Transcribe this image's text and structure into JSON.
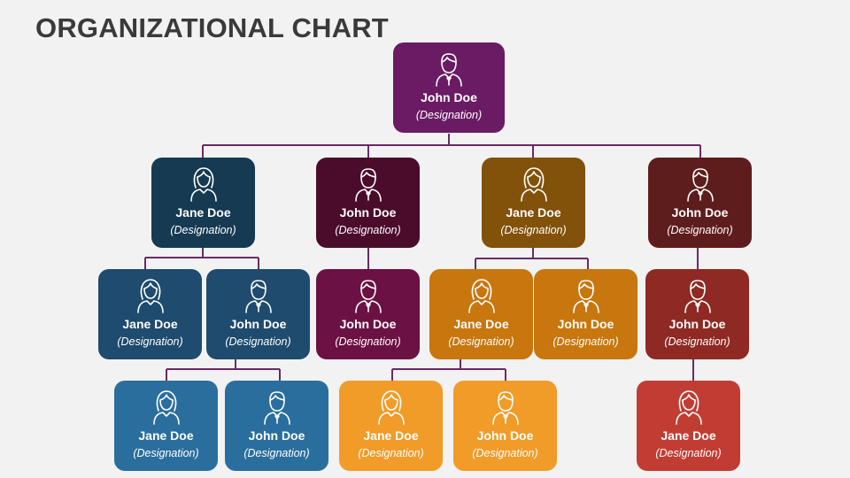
{
  "title": "ORGANIZATIONAL CHART",
  "colors": {
    "connector": "#6a2a66",
    "background": "#f2f2f2"
  },
  "nodes": [
    {
      "id": "root",
      "name": "John Doe",
      "designation": "(Designation)",
      "gender": "male",
      "color": "#6a1b63"
    },
    {
      "id": "l1-a",
      "name": "Jane Doe",
      "designation": "(Designation)",
      "gender": "female",
      "color": "#153a52"
    },
    {
      "id": "l1-b",
      "name": "John Doe",
      "designation": "(Designation)",
      "gender": "male",
      "color": "#4b0c2c"
    },
    {
      "id": "l1-c",
      "name": "Jane Doe",
      "designation": "(Designation)",
      "gender": "female",
      "color": "#82510a"
    },
    {
      "id": "l1-d",
      "name": "John Doe",
      "designation": "(Designation)",
      "gender": "male",
      "color": "#5e1d1d"
    },
    {
      "id": "l2-a1",
      "name": "Jane Doe",
      "designation": "(Designation)",
      "gender": "female",
      "color": "#1e4b6e"
    },
    {
      "id": "l2-a2",
      "name": "John Doe",
      "designation": "(Designation)",
      "gender": "male",
      "color": "#1e4b6e"
    },
    {
      "id": "l2-b1",
      "name": "John Doe",
      "designation": "(Designation)",
      "gender": "male",
      "color": "#6c1143"
    },
    {
      "id": "l2-c1",
      "name": "Jane Doe",
      "designation": "(Designation)",
      "gender": "female",
      "color": "#c8760e"
    },
    {
      "id": "l2-c2",
      "name": "John Doe",
      "designation": "(Designation)",
      "gender": "male",
      "color": "#c8760e"
    },
    {
      "id": "l2-d1",
      "name": "John Doe",
      "designation": "(Designation)",
      "gender": "male",
      "color": "#8e2a23"
    },
    {
      "id": "l3-a1",
      "name": "Jane Doe",
      "designation": "(Designation)",
      "gender": "female",
      "color": "#2a6e9d"
    },
    {
      "id": "l3-a2",
      "name": "John Doe",
      "designation": "(Designation)",
      "gender": "male",
      "color": "#2a6e9d"
    },
    {
      "id": "l3-c1",
      "name": "Jane Doe",
      "designation": "(Designation)",
      "gender": "female",
      "color": "#f19b28"
    },
    {
      "id": "l3-c2",
      "name": "John Doe",
      "designation": "(Designation)",
      "gender": "male",
      "color": "#f19b28"
    },
    {
      "id": "l3-d1",
      "name": "Jane Doe",
      "designation": "(Designation)",
      "gender": "female",
      "color": "#c13c32"
    }
  ]
}
